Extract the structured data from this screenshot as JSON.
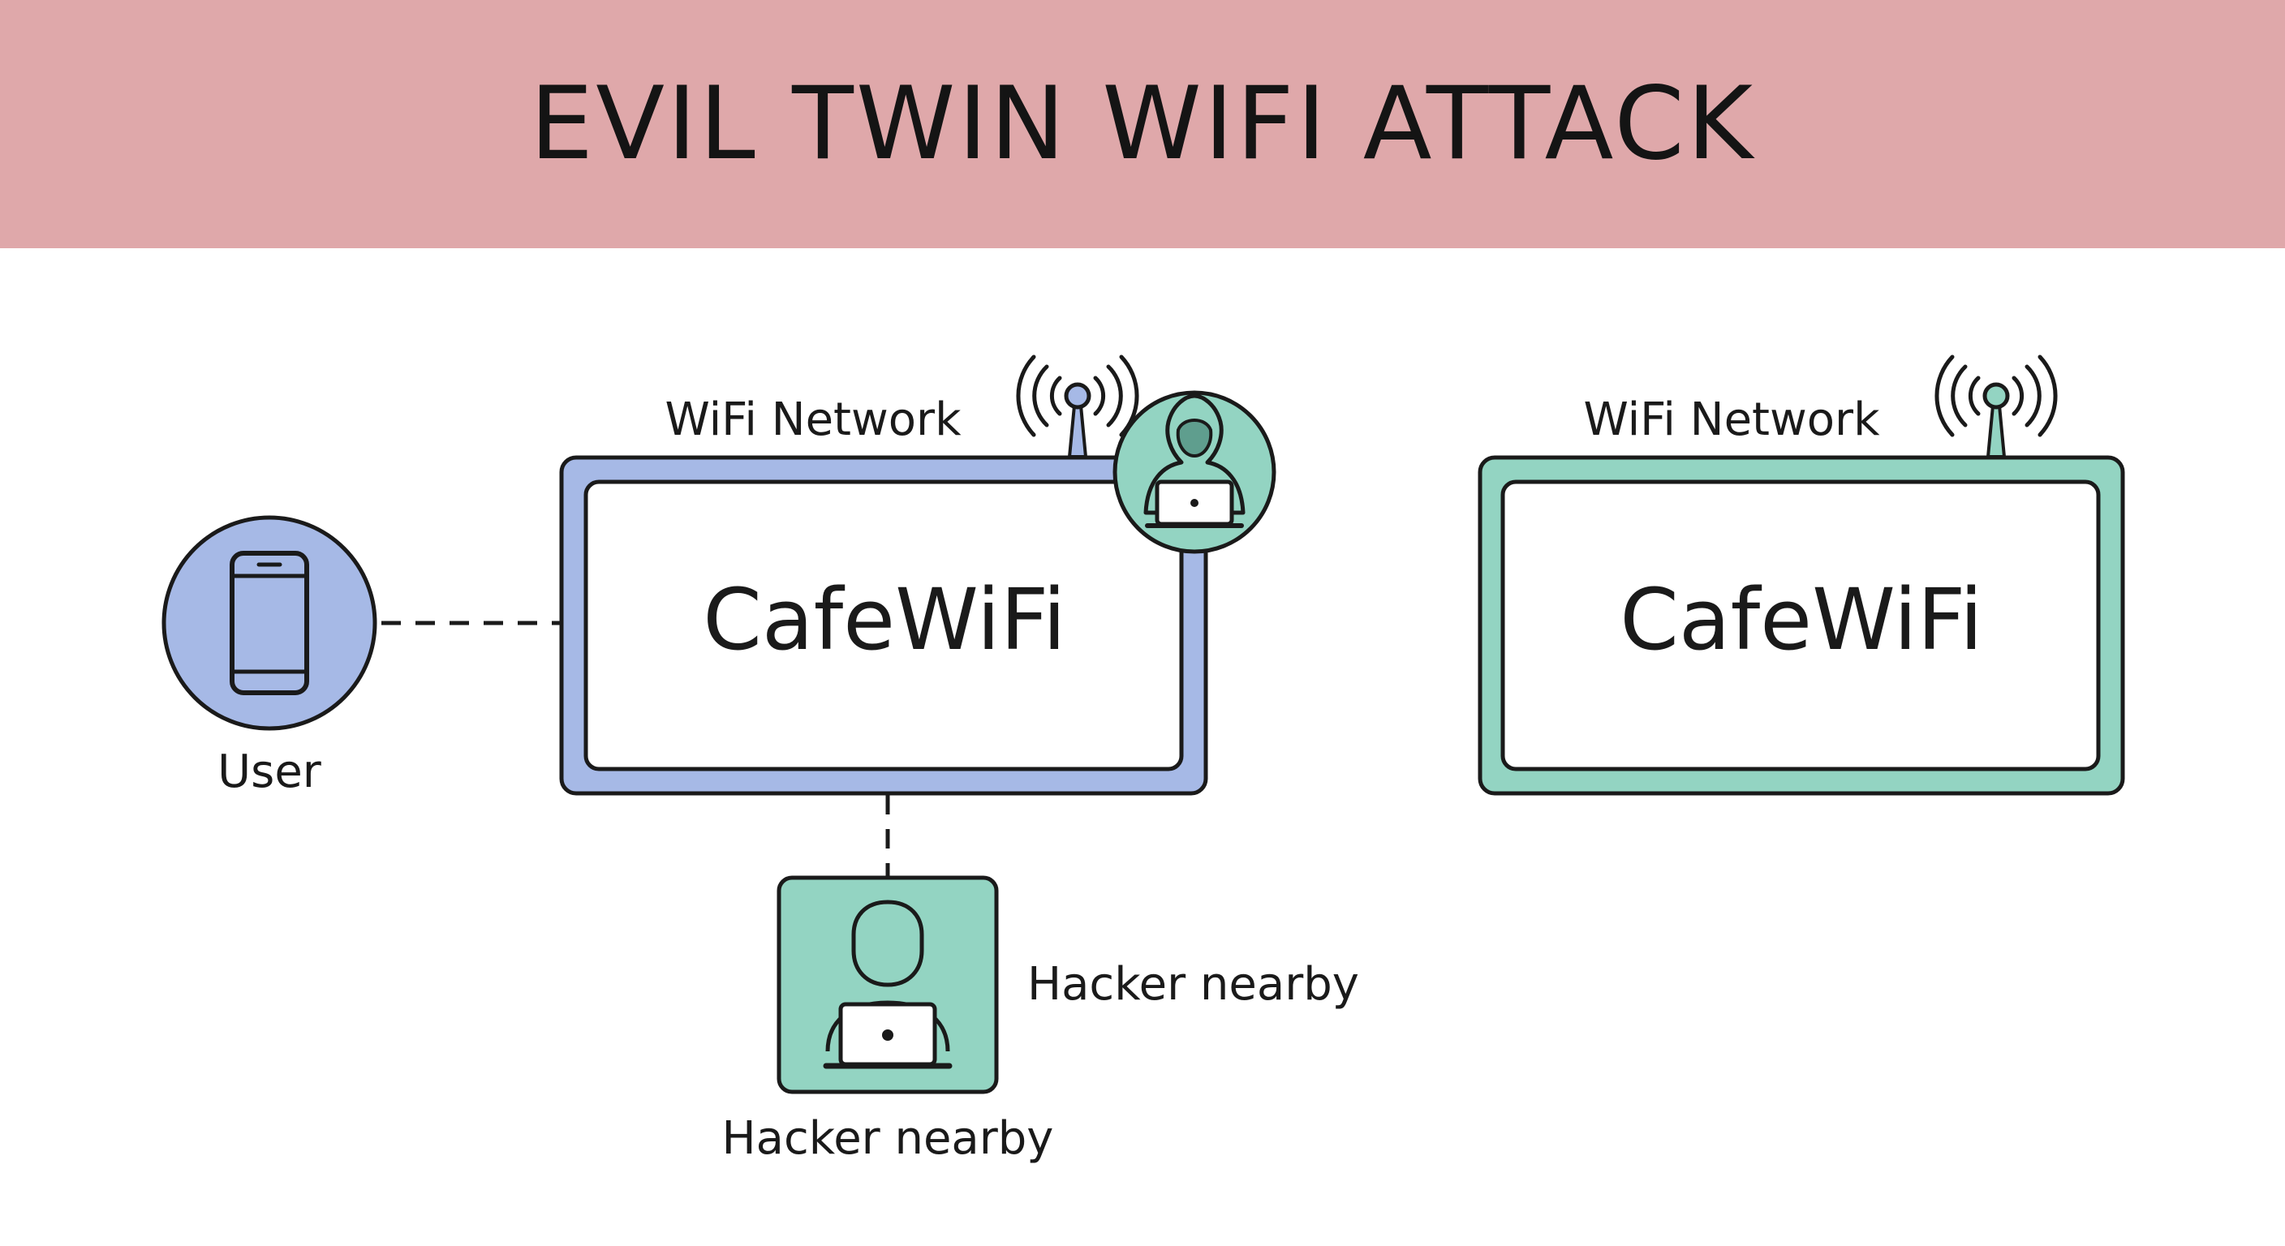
{
  "title": "EVIL TWIN WIFI ATTACK",
  "colors": {
    "header_bg": "#dfa8aa",
    "fake_network": "#a6b9e6",
    "real_network": "#93d4c2",
    "user": "#a6b9e6",
    "hacker": "#93d4c2",
    "outline": "#1a1a1a"
  },
  "user": {
    "label": "User",
    "icon": "smartphone-icon"
  },
  "fake_network": {
    "caption": "WiFi Network",
    "ssid": "CafeWiFi",
    "antenna_icon": "wifi-signal-icon",
    "badge_icon": "hooded-hacker-icon"
  },
  "real_network": {
    "caption": "WiFi Network",
    "ssid": "CafeWiFi",
    "antenna_icon": "wifi-signal-icon"
  },
  "hacker": {
    "label_side": "Hacker nearby",
    "label_below": "Hacker nearby",
    "icon": "hacker-laptop-icon"
  }
}
